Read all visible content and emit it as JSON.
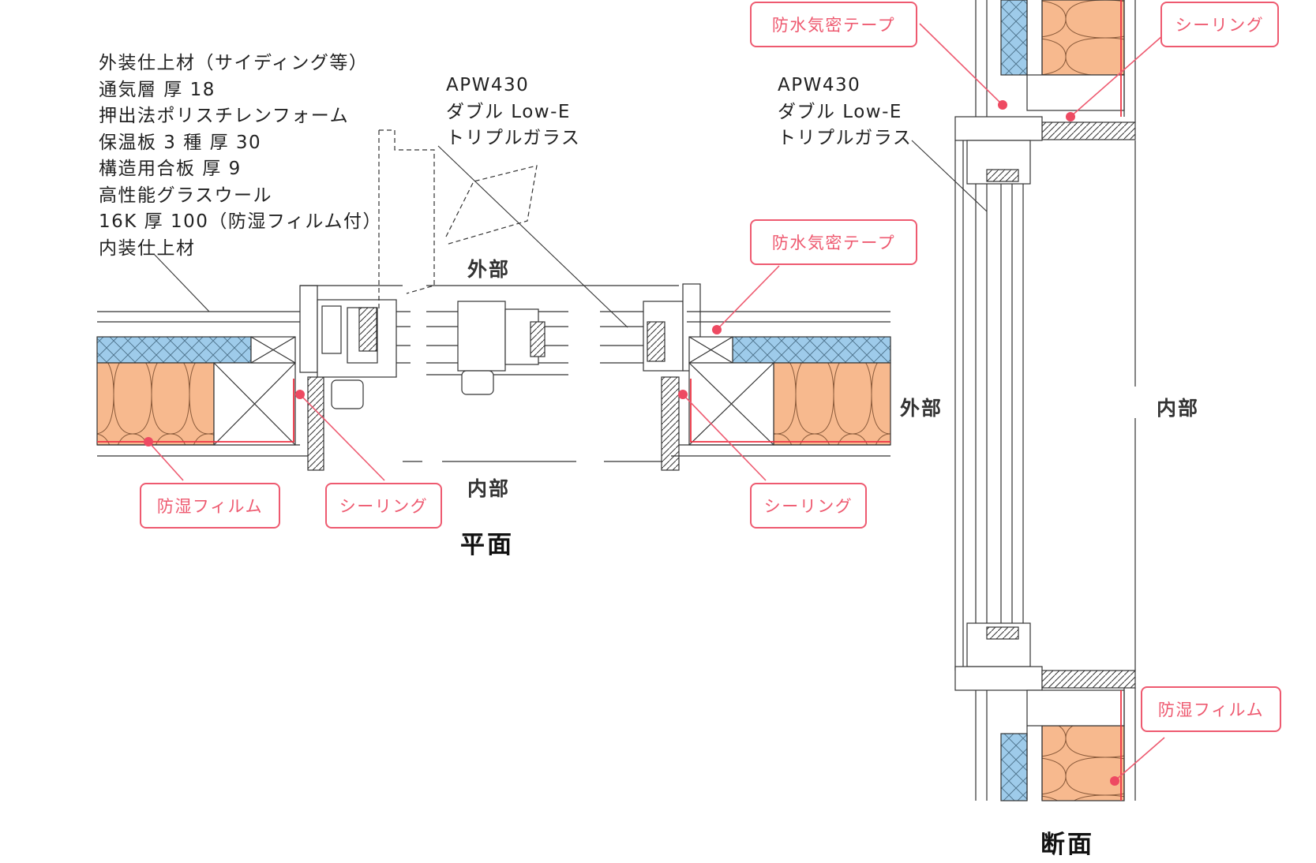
{
  "spec_lines": [
    "外装仕上材（サイディング等）",
    "通気層 厚 18",
    "押出法ポリスチレンフォーム",
    "保温板 3 種 厚 30",
    "構造用合板 厚 9",
    "高性能グラスウール",
    "16K 厚 100（防湿フィルム付）",
    "内装仕上材"
  ],
  "glass": {
    "plan": [
      "APW430",
      "ダブル Low-E",
      "トリプルガラス"
    ],
    "section": [
      "APW430",
      "ダブル Low-E",
      "トリプルガラス"
    ]
  },
  "zones": {
    "plan_exterior": "外部",
    "plan_interior": "内部",
    "section_exterior": "外部",
    "section_interior": "内部"
  },
  "headings": {
    "plan": "平面",
    "section": "断面"
  },
  "callouts": {
    "plan_vapor_film": "防湿フィルム",
    "plan_sealing_left": "シーリング",
    "plan_waterproof_tape": "防水気密テープ",
    "plan_sealing_right": "シーリング",
    "section_waterproof_tape": "防水気密テープ",
    "section_sealing": "シーリング",
    "section_vapor_film": "防湿フィルム"
  },
  "colors": {
    "accent": "#ee5a70",
    "insulation_board": "#9ecbea",
    "glass_wool": "#f7b98e",
    "line": "#333333"
  }
}
